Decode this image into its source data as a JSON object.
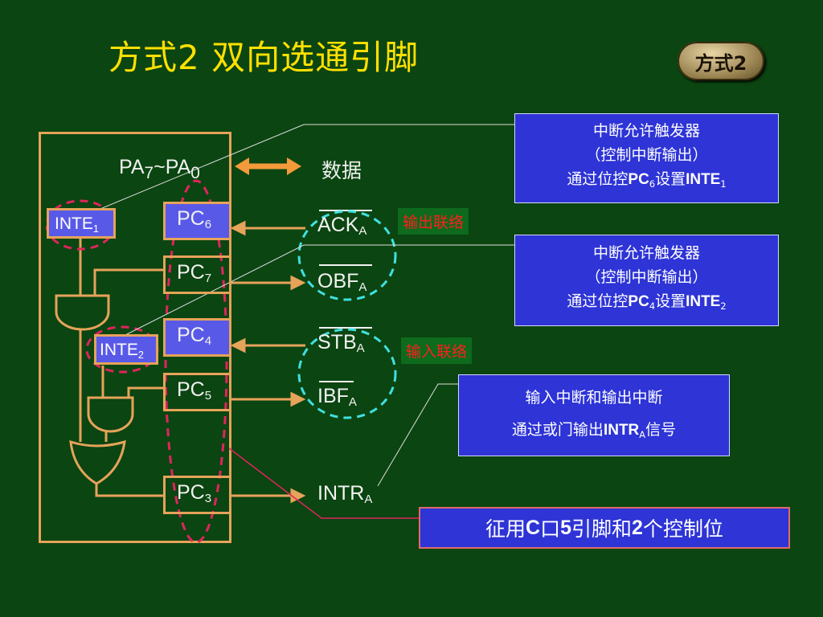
{
  "title": "方式2 双向选通引脚",
  "logo_text": "方式2",
  "chip": {
    "pa_label": {
      "main": "PA",
      "sub1": "7",
      "mid": "~PA",
      "sub2": "0"
    },
    "data_label": "数据",
    "inte1": {
      "main": "INTE",
      "sub": "1"
    },
    "inte2": {
      "main": "INTE",
      "sub": "2"
    },
    "pins": [
      {
        "main": "PC",
        "sub": "6"
      },
      {
        "main": "PC",
        "sub": "7"
      },
      {
        "main": "PC",
        "sub": "4"
      },
      {
        "main": "PC",
        "sub": "5"
      },
      {
        "main": "PC",
        "sub": "3"
      }
    ]
  },
  "signals": [
    {
      "main": "ACK",
      "sub": "A"
    },
    {
      "main": "OBF",
      "sub": "A"
    },
    {
      "main": "STB",
      "sub": "A"
    },
    {
      "main": "IBF",
      "sub": "A"
    },
    {
      "main": "INTR",
      "sub": "A"
    }
  ],
  "tags": {
    "output": "输出联络",
    "input": "输入联络"
  },
  "notes": {
    "n1": {
      "line1": "中断允许触发器",
      "line2": "（控制中断输出）",
      "line3_pre": "通过位控",
      "line3_b1": "PC",
      "line3_s1": "6",
      "line3_mid": "设置",
      "line3_b2": "INTE",
      "line3_s2": "1"
    },
    "n2": {
      "line1": "中断允许触发器",
      "line2": "（控制中断输出）",
      "line3_pre": "通过位控",
      "line3_b1": "PC",
      "line3_s1": "4",
      "line3_mid": "设置",
      "line3_b2": "INTE",
      "line3_s2": "2"
    },
    "n3": {
      "line1": "输入中断和输出中断",
      "line2_pre": "通过或门输出",
      "line2_b": "INTR",
      "line2_s": "A",
      "line2_post": "信号"
    }
  },
  "summary": {
    "p1": "征用",
    "b1": "C",
    "p2": "口",
    "b2": "5",
    "p3": "引脚和",
    "b3": "2",
    "p4": "个控制位"
  },
  "colors": {
    "background": "#0b4511",
    "title": "#ffe000",
    "wire": "#e6a35a",
    "note_bg": "#2e34d6",
    "tag_text": "#ff1e1e",
    "pink_dash": "#e0245e",
    "cyan_dash": "#40e0e0"
  }
}
